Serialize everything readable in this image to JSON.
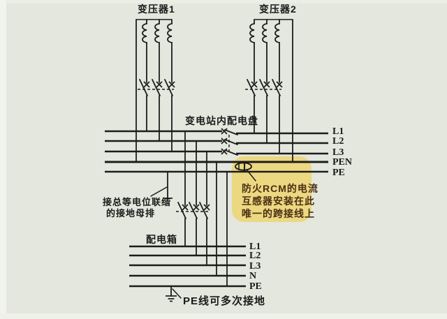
{
  "labels": {
    "transformer1": "变压器1",
    "transformer2": "变压器2",
    "substation_panel": "变电站内配电盘",
    "equipotential_line1": "接总等电位联结",
    "equipotential_line2": "的接地母排",
    "distribution_box": "配电箱",
    "pe_multi_ground": "PE线可多次接地"
  },
  "annotation": {
    "line1": "防火RCM的电流",
    "line2": "互感器安装在此",
    "line3": "唯一的跨接线上"
  },
  "upper_buses": {
    "l1": "L1",
    "l2": "L2",
    "l3": "L3",
    "pen": "PEN",
    "pe": "PE"
  },
  "lower_buses": {
    "l1": "L1",
    "l2": "L2",
    "l3": "L3",
    "n": "N",
    "pe": "PE"
  },
  "colors": {
    "background": "#e3e7dd",
    "line": "#1c1c1c",
    "highlight": "#ecd77b",
    "annotation_text": "#4a3014"
  }
}
